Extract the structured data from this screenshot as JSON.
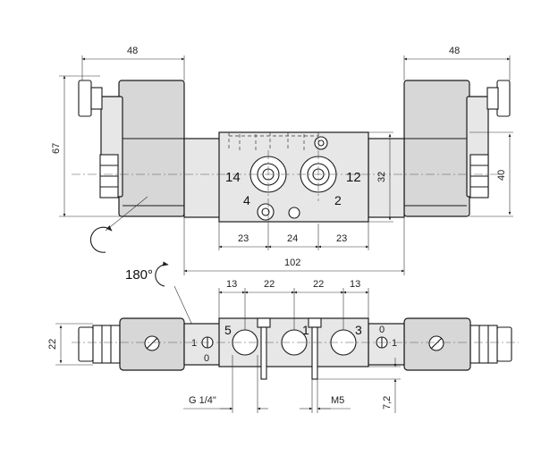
{
  "dimensions": {
    "coil_width_left": "48",
    "coil_width_right": "48",
    "overall_height": "67",
    "body_height": "32",
    "coil_height": "40",
    "spacing_a": "23",
    "spacing_b": "24",
    "spacing_c": "23",
    "body_length": "102",
    "bottom_13_left": "13",
    "bottom_22_left": "22",
    "bottom_22_right": "22",
    "bottom_13_right": "13",
    "bottom_height": "22",
    "pilot_offset": "7,2"
  },
  "top_view": {
    "port_14": "14",
    "port_12": "12",
    "port_4": "4",
    "port_2": "2"
  },
  "rotation_label": "180°",
  "bottom_view": {
    "port_5": "5",
    "port_1": "1",
    "port_3": "3",
    "coil_left_1": "1",
    "coil_left_0": "0",
    "coil_right_1": "1",
    "coil_right_0": "0"
  },
  "thread_labels": {
    "g_thread": "G 1/4\"",
    "m_thread": "M5"
  }
}
